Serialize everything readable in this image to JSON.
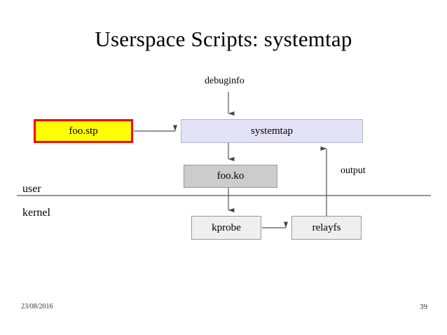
{
  "slide": {
    "title": "Userspace Scripts: systemtap",
    "footer": {
      "date": "23/08/2016",
      "page_number": "39"
    }
  },
  "diagram": {
    "nodes": [
      {
        "id": "foo-stp",
        "label": "foo.stp",
        "fill": "#ffff00",
        "stroke": "#ff0000"
      },
      {
        "id": "systemtap",
        "label": "systemtap",
        "fill": "#e3e3f7",
        "stroke": "#b4b4c8"
      },
      {
        "id": "foo-ko",
        "label": "foo.ko",
        "fill": "#cccccc",
        "stroke": "#9a9a9a"
      },
      {
        "id": "kprobe",
        "label": "kprobe",
        "fill": "#efefef",
        "stroke": "#9a9a9a"
      },
      {
        "id": "relayfs",
        "label": "relayfs",
        "fill": "#efefef",
        "stroke": "#9a9a9a"
      }
    ],
    "edge_labels": {
      "debuginfo": "debuginfo",
      "output": "output"
    },
    "zones": {
      "user": "user",
      "kernel": "kernel"
    },
    "colors": {
      "arrow": "#555555",
      "divider": "#555555",
      "highlight_fill": "#ffff00",
      "highlight_stroke": "#ff0000"
    }
  }
}
